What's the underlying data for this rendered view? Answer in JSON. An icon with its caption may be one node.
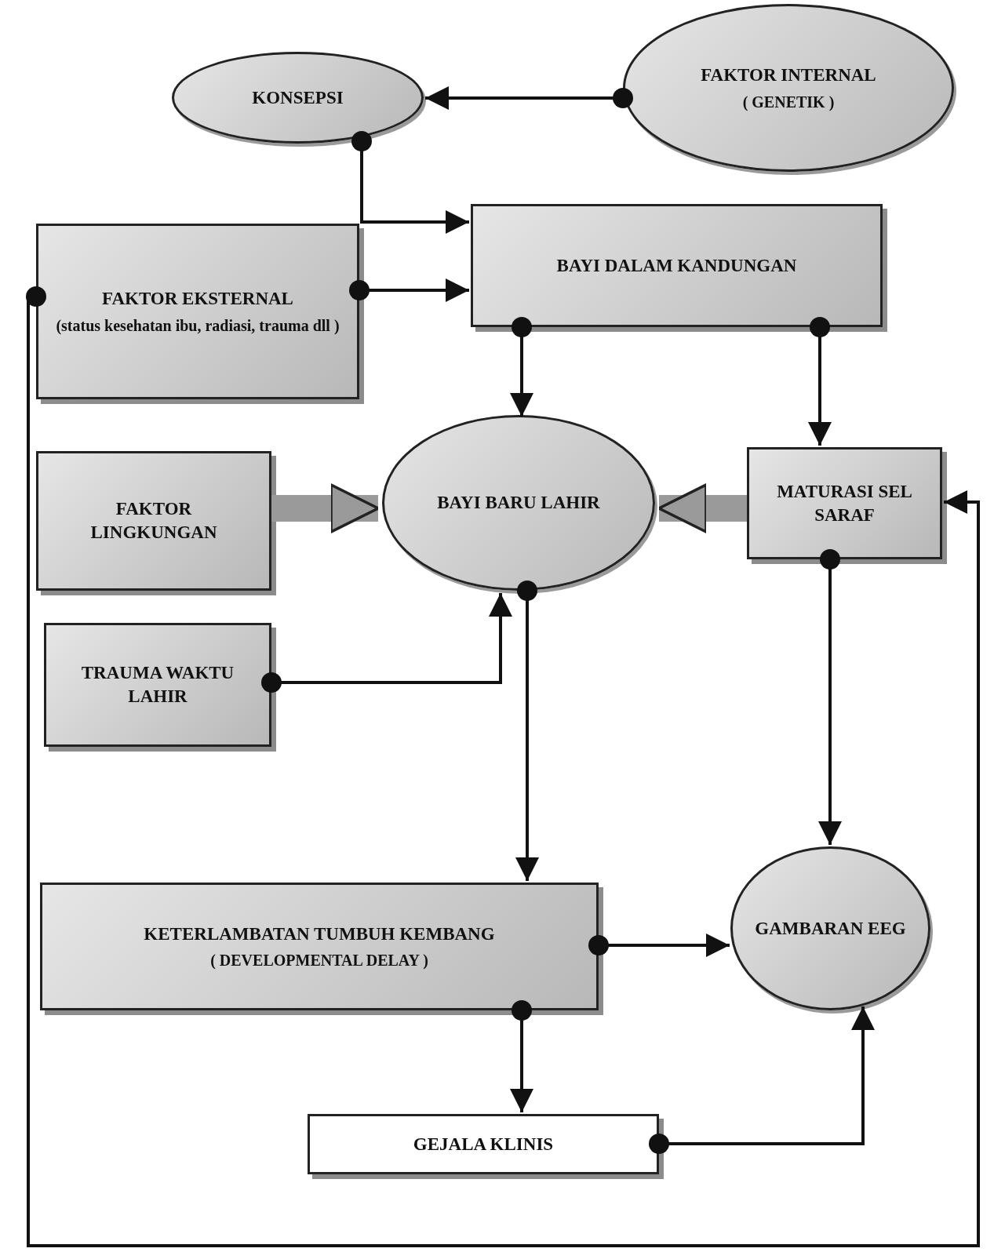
{
  "diagram": {
    "nodes": [
      {
        "text": [
          "KONSEPSI"
        ]
      },
      {
        "text": [
          "FAKTOR INTERNAL",
          "( GENETIK )"
        ]
      },
      {
        "text": [
          "FAKTOR EKSTERNAL",
          "(status kesehatan ibu, radiasi, trauma dll )"
        ]
      },
      {
        "text": [
          "BAYI DALAM KANDUNGAN"
        ]
      },
      {
        "text": [
          "FAKTOR LINGKUNGAN"
        ]
      },
      {
        "text": [
          "BAYI BARU LAHIR"
        ]
      },
      {
        "text": [
          "MATURASI SEL SARAF"
        ]
      },
      {
        "text": [
          "TRAUMA WAKTU LAHIR"
        ]
      },
      {
        "text": [
          "KETERLAMBATAN TUMBUH KEMBANG",
          "( DEVELOPMENTAL DELAY )"
        ]
      },
      {
        "text": [
          "GAMBARAN EEG"
        ]
      },
      {
        "text": [
          "GEJALA KLINIS"
        ]
      }
    ],
    "edges": [
      {
        "from": 1,
        "to": 0,
        "arrow": "to"
      },
      {
        "from": 0,
        "to": 3,
        "arrow": "to"
      },
      {
        "from": 2,
        "to": 3,
        "arrow": "to"
      },
      {
        "from": 3,
        "to": 5,
        "arrow": "to"
      },
      {
        "from": 3,
        "to": 6,
        "arrow": "to"
      },
      {
        "from": 4,
        "to": 5,
        "arrow": "to",
        "style": "thick",
        "color": "#9a9a9a"
      },
      {
        "from": 6,
        "to": 5,
        "arrow": "to",
        "style": "thick",
        "color": "#9a9a9a"
      },
      {
        "from": 7,
        "to": 5,
        "arrow": "to"
      },
      {
        "from": 5,
        "to": 8,
        "arrow": "to"
      },
      {
        "from": 6,
        "to": 9,
        "arrow": "to"
      },
      {
        "from": 8,
        "to": 9,
        "arrow": "to"
      },
      {
        "from": 8,
        "to": 10,
        "arrow": "to"
      },
      {
        "from": 10,
        "to": 9,
        "arrow": "to"
      },
      {
        "from": 2,
        "to": 6,
        "arrow": "to"
      }
    ]
  }
}
